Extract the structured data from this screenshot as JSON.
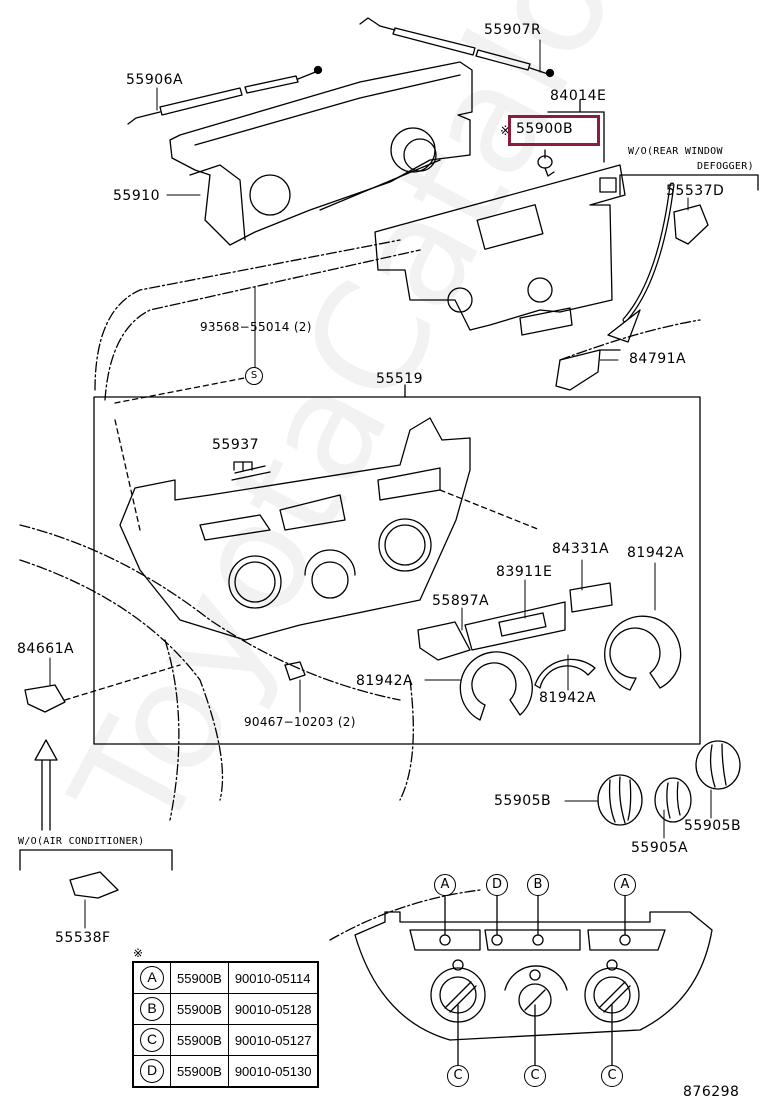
{
  "diagram": {
    "title": "Heater control assembly parts diagram",
    "watermark": "ToyotaCatalog.ru",
    "diagram_number": "876298",
    "highlight_color": "#8c1d3a",
    "highlighted_part": "55900B",
    "labels": {
      "p55907R": "55907R",
      "p55906A": "55906A",
      "p84014E": "84014E",
      "p55900B": "55900B",
      "p55910": "55910",
      "p55537D": "55537D",
      "p93568": "93568−55014 (2)",
      "p84791A": "84791A",
      "p55519": "55519",
      "p55937": "55937",
      "p84331A": "84331A",
      "p81942A_top": "81942A",
      "p83911E": "83911E",
      "p55897A": "55897A",
      "p84661A": "84661A",
      "p81942A_left": "81942A",
      "p81942A_mid": "81942A",
      "p90467": "90467−10203 (2)",
      "p55905B_left": "55905B",
      "p55905B_right": "55905B",
      "p55905A": "55905A",
      "p55538F": "55538F"
    },
    "notes": {
      "rear_window_line1": "W/O(REAR WINDOW",
      "rear_window_line2": "DEFOGGER)",
      "air_conditioner": "W/O(AIR CONDITIONER)",
      "asterisk": "※",
      "screw_symbol": "S"
    },
    "callouts": {
      "top_left_A": "A",
      "top_D": "D",
      "top_B": "B",
      "top_right_A": "A",
      "bottom_left_C": "C",
      "bottom_mid_C": "C",
      "bottom_right_C": "C"
    },
    "legend": {
      "marker": "※",
      "rows": [
        {
          "key": "A",
          "part": "55900B",
          "number": "90010-05114"
        },
        {
          "key": "B",
          "part": "55900B",
          "number": "90010-05128"
        },
        {
          "key": "C",
          "part": "55900B",
          "number": "90010-05127"
        },
        {
          "key": "D",
          "part": "55900B",
          "number": "90010-05130"
        }
      ]
    }
  }
}
